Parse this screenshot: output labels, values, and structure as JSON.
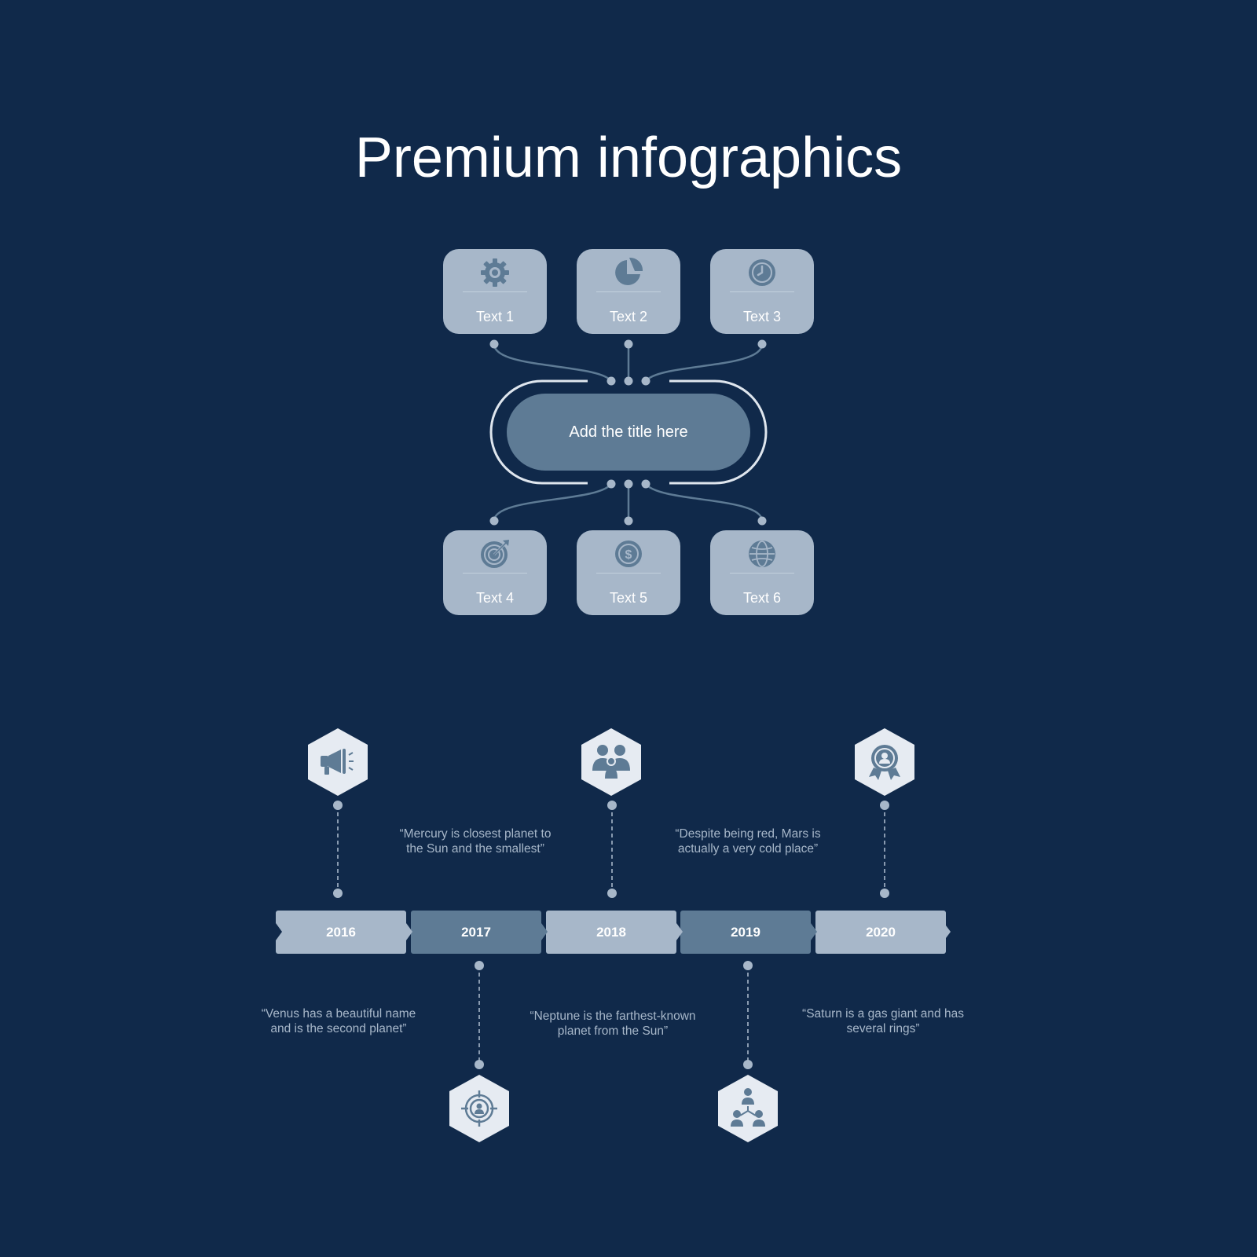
{
  "title": "Premium infographics",
  "colors": {
    "background": "#10294a",
    "card": "#a7b7c9",
    "accent": "#5e7b95",
    "hex": "#e6ebf2",
    "white": "#ffffff"
  },
  "hub": {
    "title": "Add the title here",
    "top_cards": [
      {
        "label": "Text 1",
        "icon": "gear-icon"
      },
      {
        "label": "Text 2",
        "icon": "pie-chart-icon"
      },
      {
        "label": "Text 3",
        "icon": "clock-icon"
      }
    ],
    "bottom_cards": [
      {
        "label": "Text 4",
        "icon": "target-icon"
      },
      {
        "label": "Text 5",
        "icon": "dollar-icon"
      },
      {
        "label": "Text 6",
        "icon": "globe-icon"
      }
    ]
  },
  "timeline": {
    "years": [
      "2016",
      "2017",
      "2018",
      "2019",
      "2020"
    ],
    "quotes": {
      "y2016": [
        "“Venus has a beautiful name",
        "and is the second planet”"
      ],
      "y2017": [
        "“Mercury is closest planet to",
        "the Sun and the smallest”"
      ],
      "y2018": [
        "“Neptune is the farthest-known",
        "planet from the Sun”"
      ],
      "y2019": [
        "“Despite being red, Mars is",
        "actually a very cold place”"
      ],
      "y2020": [
        "“Saturn is a gas giant and has",
        "several rings”"
      ]
    },
    "icons": {
      "y2016": "megaphone-icon",
      "y2017": "user-target-icon",
      "y2018": "team-icon",
      "y2019": "org-chart-icon",
      "y2020": "award-badge-icon"
    }
  }
}
